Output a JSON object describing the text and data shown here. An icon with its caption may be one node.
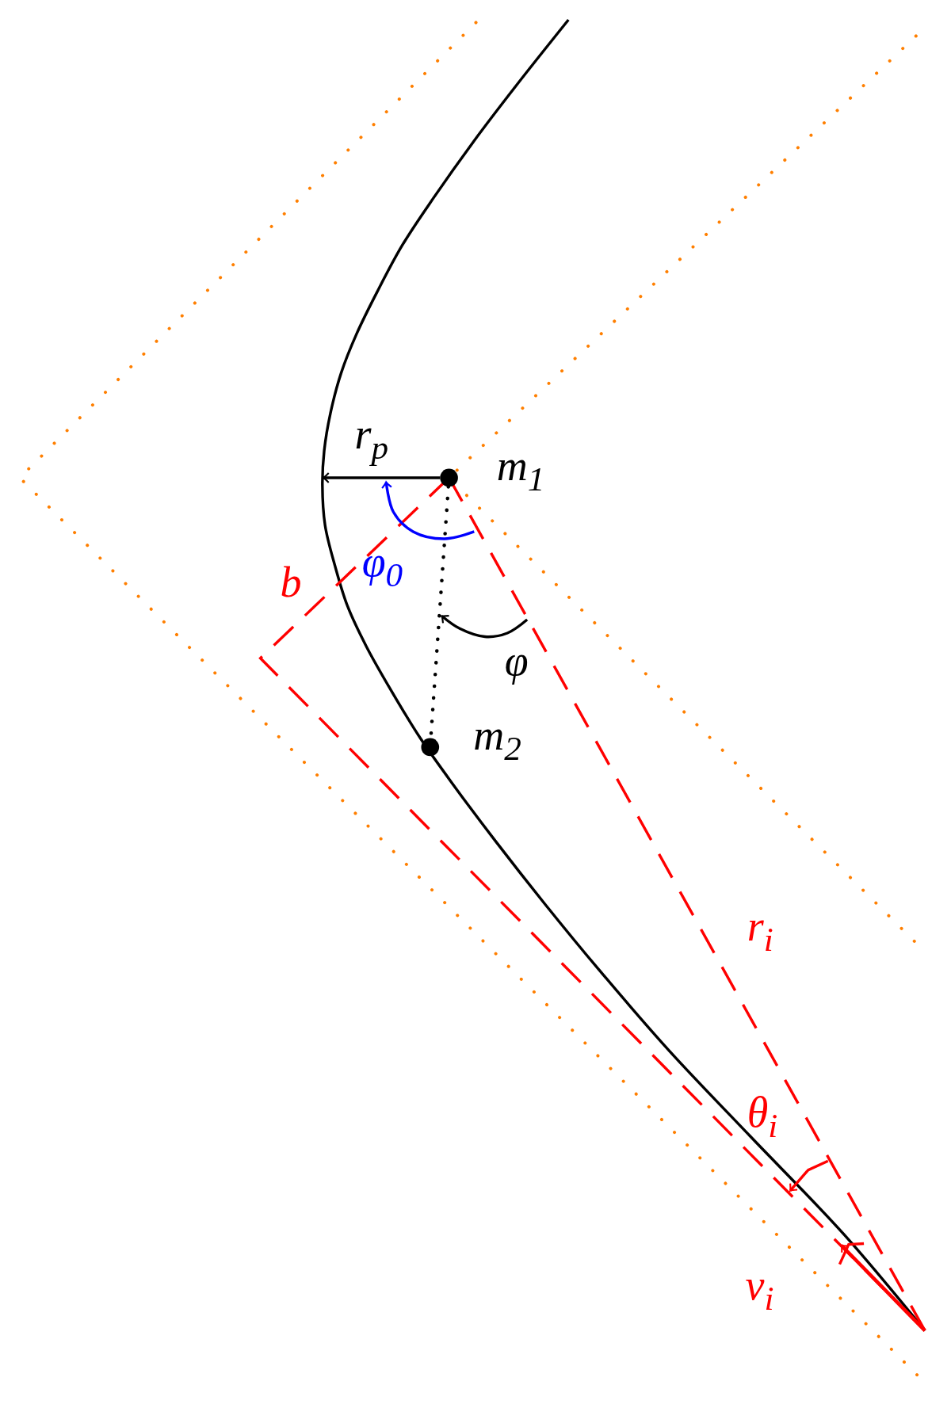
{
  "diagram": {
    "nodes": [
      {
        "text": [],
        "shape": "circle",
        "beside": [
          "m$_{1}$"
        ]
      },
      {
        "text": [],
        "shape": "circle",
        "beside": [
          "m$_{2}$"
        ]
      }
    ],
    "edges": [
      {
        "from": 0,
        "to": 1,
        "arrow": "none",
        "style": "dashed"
      },
      {
        "from": 0,
        "to": null,
        "arrow": "to",
        "label": "r$_{p}$"
      }
    ],
    "labels": [
      "b",
      "φ$_{0}$",
      "φ",
      "r$_{i}$",
      "θ$_{i}$",
      "v$_{i}$"
    ]
  }
}
